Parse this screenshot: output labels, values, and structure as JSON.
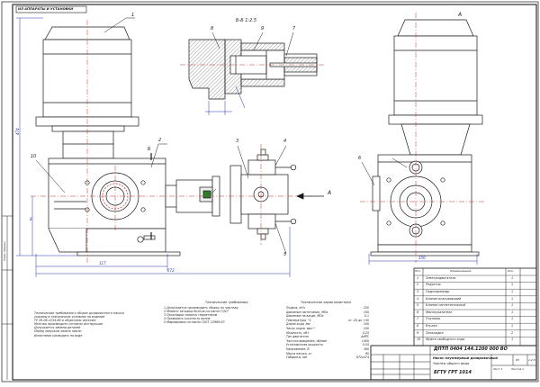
{
  "stamp_top": "ИЛ АППАРАТЫ И УСТАНОВКИ",
  "section_title": "Б-Б 1:2.5",
  "section_view_letter": "Б",
  "view_letter_a": "А",
  "view_arrow_a": "А",
  "callouts": [
    "1",
    "2",
    "3",
    "4",
    "5",
    "6",
    "7",
    "8",
    "9",
    "10"
  ],
  "dims": {
    "overall_height": "474",
    "width_bottom": "117",
    "width_total": "672",
    "side_small": "150",
    "side_r": "8"
  },
  "notes_left": [
    "Технические требования к сборке дозировочного насоса",
    "указаны в технических условиях на изделие",
    "ТУ 26-06-1234-86 и сборочном чертеже",
    "Монтаж производить согласно инструкции",
    "Допускается замена деталей",
    "Перед запуском залить масло",
    "Испытания проводить на воде"
  ],
  "notes_mid_title": "Технические требования",
  "notes_mid": [
    "1 Допускается производить сборку по чертежу",
    "2 Момент затяжки болтов согласно ГОСТ",
    "3 Прокладки смазать герметиком",
    "4 Проверить соосность валов",
    "5 Маркировка согласно ГОСТ 12969-67"
  ],
  "spec_title": "Техническая характеристика",
  "spec_rows": [
    {
      "k": "Подача, м³/ч",
      "v": "250"
    },
    {
      "k": "Давление нагнетания, МПа",
      "v": "100"
    },
    {
      "k": "Давление на входе, МПа",
      "v": "0.1"
    },
    {
      "k": "Температура, °C",
      "v": "от -20 до +50"
    },
    {
      "k": "Длина хода, мм",
      "v": "100"
    },
    {
      "k": "Число ходов, мин⁻¹",
      "v": "100"
    },
    {
      "k": "Мощность, кВт",
      "v": "0.25"
    },
    {
      "k": "Тип двигателя",
      "v": "АИРС"
    },
    {
      "k": "Частота вращения, об/мин",
      "v": "1400"
    },
    {
      "k": "Установочная мощность",
      "v": "0.55"
    },
    {
      "k": "Напряжение, В",
      "v": "380"
    },
    {
      "k": "Масса насоса, кг",
      "v": "95"
    },
    {
      "k": "Габариты, мм",
      "v": "672x474"
    }
  ],
  "parts_header": {
    "pos": "Поз.",
    "name": "Наименование",
    "qty": "Кол."
  },
  "parts": [
    {
      "pos": "1",
      "name": "Электродвигатель",
      "qty": "1"
    },
    {
      "pos": "2",
      "name": "Редуктор",
      "qty": "1"
    },
    {
      "pos": "3",
      "name": "Гидроцилиндр",
      "qty": "1"
    },
    {
      "pos": "4",
      "name": "Клапан всасывающий",
      "qty": "1"
    },
    {
      "pos": "5",
      "name": "Клапан нагнетательный",
      "qty": "1"
    },
    {
      "pos": "6",
      "name": "Маслоуказатель",
      "qty": "1"
    },
    {
      "pos": "7",
      "name": "Плунжер",
      "qty": "1"
    },
    {
      "pos": "8",
      "name": "Втулка",
      "qty": "1"
    },
    {
      "pos": "9",
      "name": "Прокладка",
      "qty": "2"
    },
    {
      "pos": "10",
      "name": "Муфта свободного хода",
      "qty": "1"
    }
  ],
  "title_block": {
    "doc_code": "ДПТП 0404 144.1200 000 ВО",
    "title": "Насос плунжерный дозировочный",
    "subtitle": "Чертеж общего вида",
    "org": "БГТУ ГРТ 1014",
    "scale": "1:2.5",
    "mass": "95",
    "sheet": "Лист 1",
    "sheets": "Листов 1"
  },
  "side_stamp": "Перв. примен.",
  "colors": {
    "line": "#1a1a1a",
    "centerline": "#c0302a",
    "dimension": "#2233aa",
    "hatch": "#555555"
  }
}
